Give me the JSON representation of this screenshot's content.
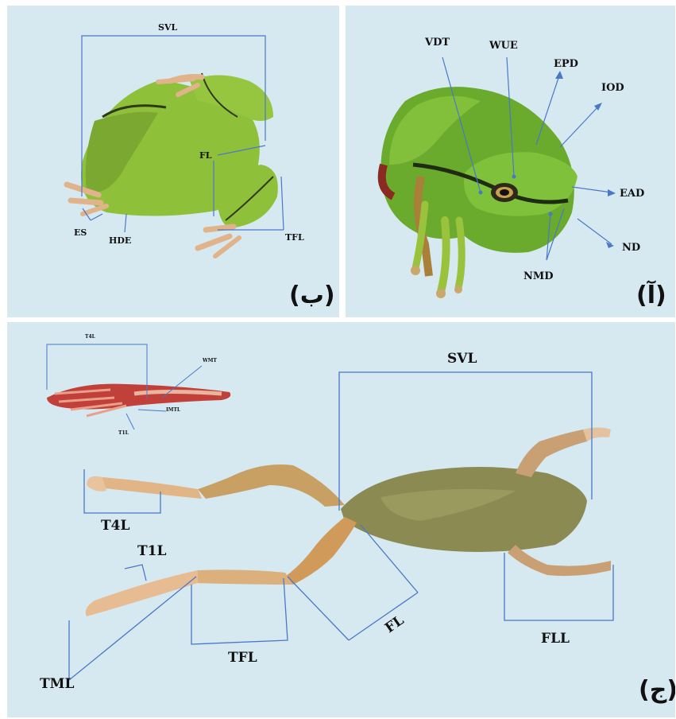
{
  "panels": [
    {
      "id": "b",
      "label": "(ب)",
      "measurements": [
        "SVL",
        "FL",
        "TFL",
        "ES",
        "HDE"
      ]
    },
    {
      "id": "a",
      "label": "(آ)",
      "measurements": [
        "VDT",
        "WUE",
        "EPD",
        "IOD",
        "EAD",
        "ND",
        "NMD"
      ]
    },
    {
      "id": "c",
      "label": "(ج)",
      "measurements": [
        "SVL",
        "T4L",
        "T1L",
        "TML",
        "TFL",
        "FL",
        "FLL"
      ],
      "inset_measurements": [
        "T4L",
        "WMT",
        "IMTL",
        "T1L"
      ]
    }
  ],
  "colors": {
    "background": "#d6e9f1",
    "line": "#4a78c8",
    "frog_green": "#7db62f",
    "frog_preserved": "#8a8a52",
    "foot_red": "#c2403a"
  }
}
